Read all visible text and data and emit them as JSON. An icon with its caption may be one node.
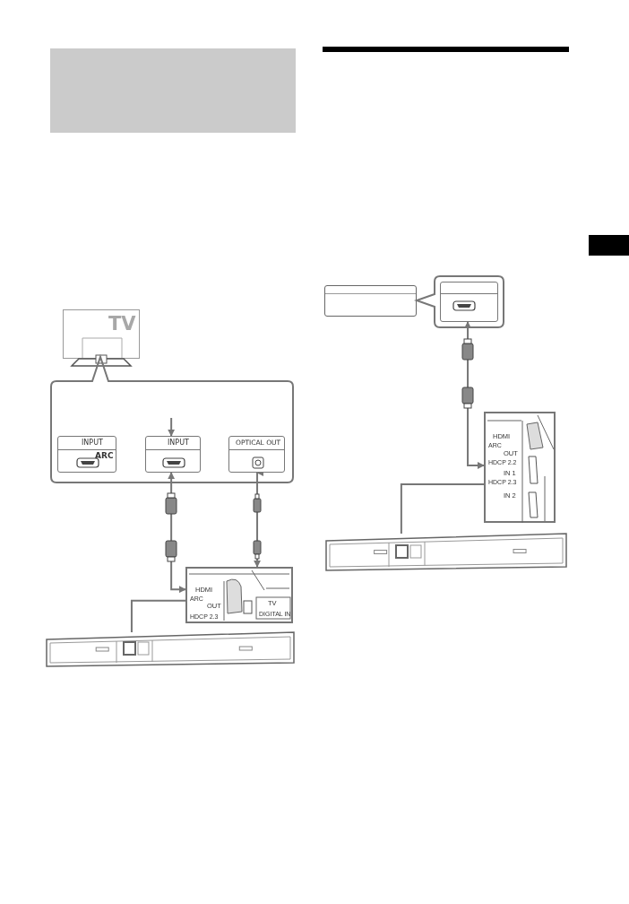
{
  "diagram": {
    "nodes": [
      {
        "text": [
          "TV"
        ]
      },
      {
        "text": [],
        "shape": "box"
      },
      {
        "text": [
          "INPUT",
          "ARC"
        ],
        "in": 1
      },
      {
        "text": [
          "INPUT"
        ],
        "in": 1
      },
      {
        "text": [
          "OPTICAL OUT"
        ],
        "in": 1
      },
      {
        "text": [
          "HDMI",
          "ARC",
          "OUT",
          "HDCP 2.3",
          "TV",
          "DIGITAL IN"
        ]
      },
      {
        "text": [],
        "shape": "bar"
      },
      {
        "text": [],
        "shape": "box"
      },
      {
        "text": [],
        "shape": "box"
      },
      {
        "text": [
          "HDMI",
          "ARC",
          "OUT",
          "HDCP 2.2",
          "IN 1",
          "HDCP 2.3",
          "IN 2"
        ]
      },
      {
        "text": [],
        "shape": "bar"
      }
    ],
    "edges": [
      {
        "from": 5,
        "to": 3,
        "arrow": "both"
      },
      {
        "from": 5,
        "to": 4,
        "arrow": "both"
      },
      {
        "from": null,
        "to": 3,
        "arrow": "to"
      },
      {
        "from": 6,
        "to": 5,
        "arrow": "none"
      },
      {
        "from": 9,
        "to": 8,
        "arrow": "both"
      },
      {
        "from": 10,
        "to": 9,
        "arrow": "none"
      }
    ]
  }
}
